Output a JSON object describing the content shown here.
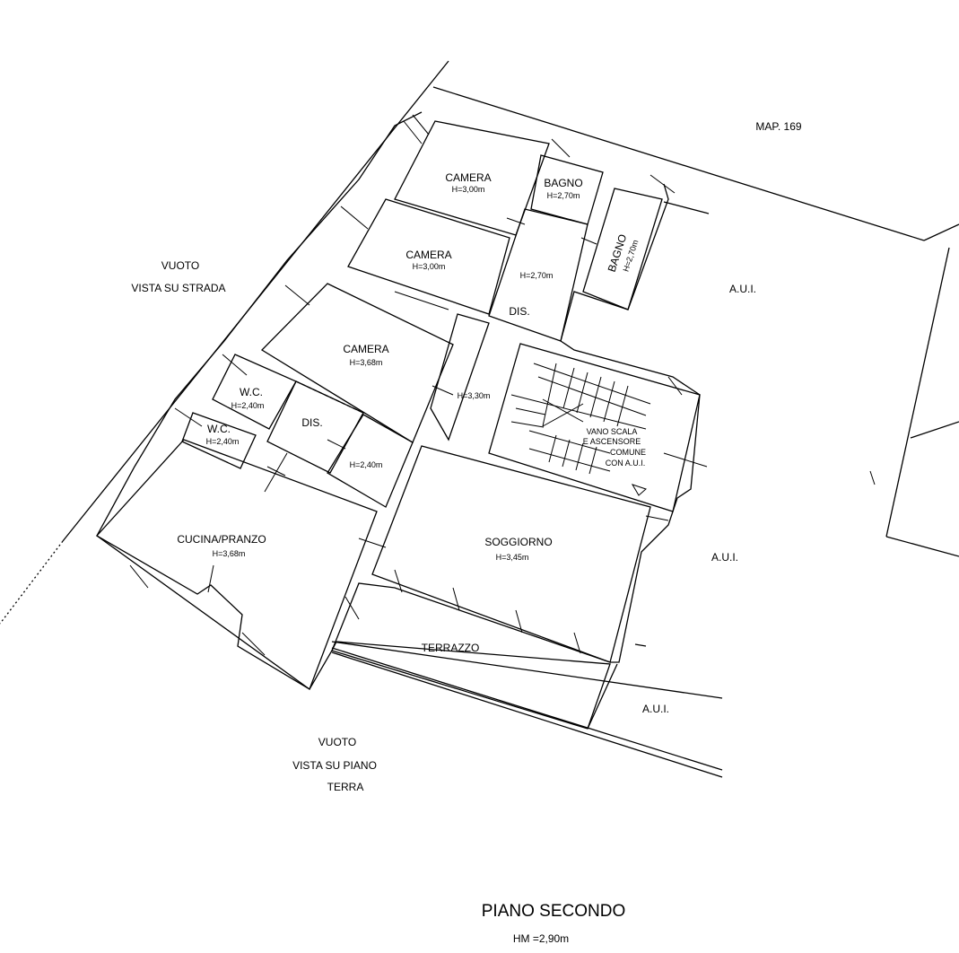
{
  "map_label": "MAP. 169",
  "rooms": {
    "camera1": {
      "name": "CAMERA",
      "height": "H=3,00m"
    },
    "camera2": {
      "name": "CAMERA",
      "height": "H=3,00m"
    },
    "camera3": {
      "name": "CAMERA",
      "height": "H=3,68m"
    },
    "bagno1": {
      "name": "BAGNO",
      "height": "H=2,70m"
    },
    "bagno2": {
      "name": "BAGNO",
      "height": "H=2,70m"
    },
    "dis_central": {
      "name": "DIS.",
      "height": "H=2,70m"
    },
    "corridor": {
      "height": "H=3,30m"
    },
    "wc1": {
      "name": "W.C.",
      "height": "H=2,40m"
    },
    "wc2": {
      "name": "W.C.",
      "height": "H=2,40m"
    },
    "dis_left": {
      "name": "DIS."
    },
    "small_room": {
      "height": "H=2,40m"
    },
    "cucina": {
      "name": "CUCINA/PRANZO",
      "height": "H=3,68m"
    },
    "soggiorno": {
      "name": "SOGGIORNO",
      "height": "H=3,45m"
    },
    "terrazzo": {
      "name": "TERRAZZO"
    },
    "stair": {
      "lines": [
        "VANO SCALA",
        "E ASCENSORE",
        "COMUNE",
        "CON A.U.I."
      ]
    }
  },
  "aui_labels": [
    "A.U.I.",
    "A.U.I.",
    "A.U.I."
  ],
  "vuoto_strada": [
    "VUOTO",
    "VISTA SU STRADA"
  ],
  "vuoto_terra": [
    "VUOTO",
    "VISTA SU PIANO",
    "TERRA"
  ],
  "title": "PIANO SECONDO",
  "subtitle": "HM =2,90m"
}
